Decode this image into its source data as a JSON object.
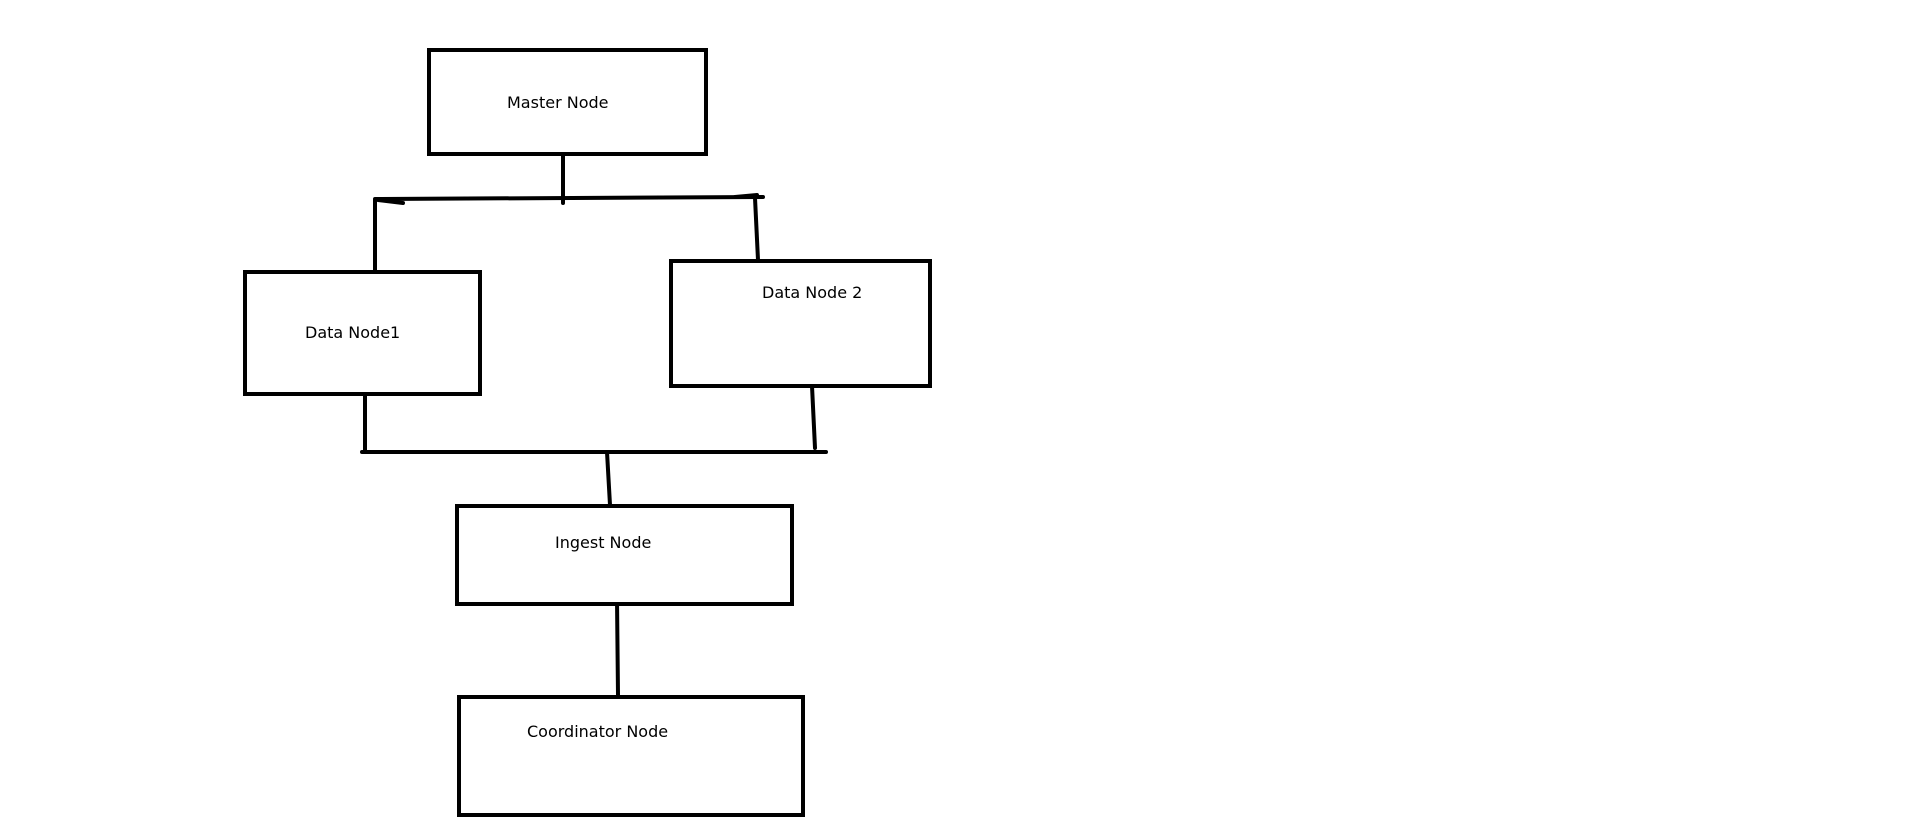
{
  "diagram": {
    "nodes": {
      "master": "Master Node",
      "data1": "Data Node1",
      "data2": "Data Node 2",
      "ingest": "Ingest Node",
      "coordinator": "Coordinator Node"
    },
    "colors": {
      "stroke": "#000000",
      "background": "#ffffff"
    }
  }
}
